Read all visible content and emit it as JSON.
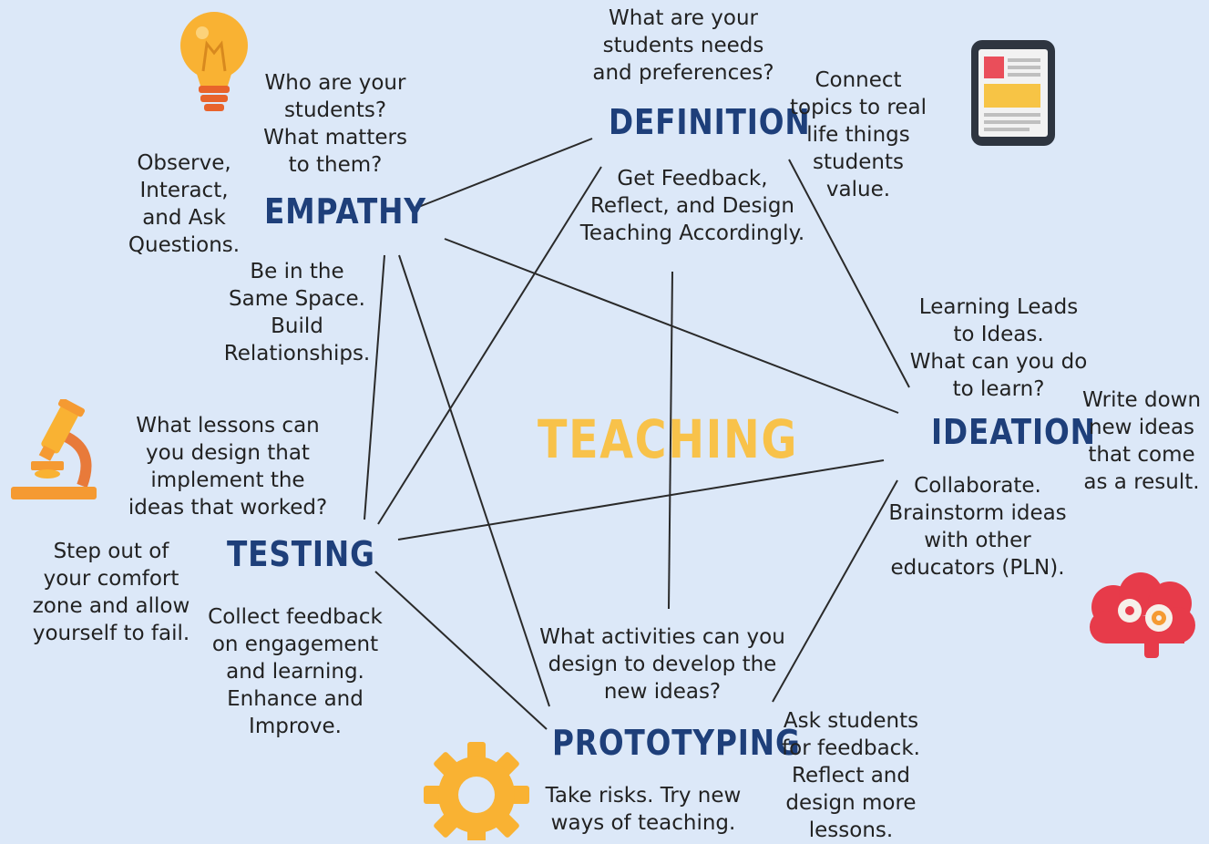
{
  "center": "TEACHING",
  "stages": {
    "empathy": "EMPATHY",
    "definition": "DEFINITION",
    "ideation": "IDEATION",
    "prototyping": "PROTOTYPING",
    "testing": "TESTING"
  },
  "notes": {
    "who_are_students": "Who are your\nstudents?\nWhat matters\nto them?",
    "observe": "Observe,\nInteract,\nand Ask\nQuestions.",
    "same_space": "Be in the\nSame Space.\nBuild\nRelationships.",
    "needs_preferences": "What are your\nstudents needs\nand preferences?",
    "connect_topics": "Connect\ntopics to real\nlife things\nstudents\nvalue.",
    "get_feedback": "Get Feedback,\nReflect, and Design\nTeaching Accordingly.",
    "learning_leads": "Learning Leads\nto Ideas.\nWhat can you do\nto learn?",
    "write_down": "Write down\nnew ideas\nthat come\nas a result.",
    "collaborate": "Collaborate.\nBrainstorm ideas\nwith other\neducators (PLN).",
    "what_lessons": "What lessons can\nyou design that\nimplement the\nideas that worked?",
    "step_out": "Step out of\nyour comfort\nzone and allow\nyourself to fail.",
    "collect_feedback": "Collect feedback\non engagement\nand learning.\nEnhance and\nImprove.",
    "what_activities": "What activities can you\ndesign to develop the\nnew ideas?",
    "ask_students": "Ask students\nfor feedback.\nReflect and\ndesign more\nlessons.",
    "take_risks": "Take risks. Try new\nways of teaching."
  },
  "icons": {
    "bulb": "lightbulb-icon",
    "tablet": "tablet-icon",
    "microscope": "microscope-icon",
    "brain": "brain-gears-icon",
    "gear": "gear-icon"
  },
  "colors": {
    "background": "#dce8f8",
    "heading": "#1e3f7a",
    "center": "#f8c24a",
    "text": "#222222",
    "line": "#2a2a2a"
  }
}
